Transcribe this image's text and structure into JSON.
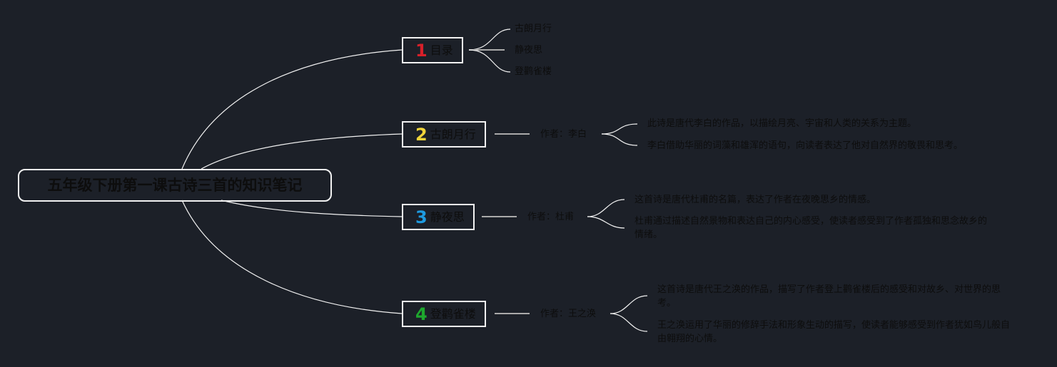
{
  "root": {
    "title": "五年级下册第一课古诗三首的知识笔记"
  },
  "colors": {
    "background": "#1c2028",
    "line": "#f2f2f2",
    "num1": "#d8202a",
    "num2": "#f0d43a",
    "num3": "#1e9be0",
    "num4": "#1ea82e"
  },
  "branches": [
    {
      "num": "1",
      "label": "目录",
      "children": [
        "古朗月行",
        "静夜思",
        "登鹳雀楼"
      ]
    },
    {
      "num": "2",
      "label": "古朗月行",
      "author": "作者：李白",
      "notes": [
        "此诗是唐代李白的作品，以描绘月亮、宇宙和人类的关系为主题。",
        "李白借助华丽的词藻和雄浑的语句，向读者表达了他对自然界的敬畏和思考。"
      ]
    },
    {
      "num": "3",
      "label": "静夜思",
      "author": "作者：杜甫",
      "notes": [
        "这首诗是唐代杜甫的名篇，表达了作者在夜晚思乡的情感。",
        "杜甫通过描述自然景物和表达自己的内心感受，使读者感受到了作者孤独和思念故乡的情绪。"
      ]
    },
    {
      "num": "4",
      "label": "登鹳雀楼",
      "author": "作者：王之涣",
      "notes": [
        "这首诗是唐代王之涣的作品，描写了作者登上鹳雀楼后的感受和对故乡、对世界的思考。",
        "王之涣运用了华丽的修辞手法和形象生动的描写，使读者能够感受到作者犹如鸟儿般自由翱翔的心情。"
      ]
    }
  ]
}
